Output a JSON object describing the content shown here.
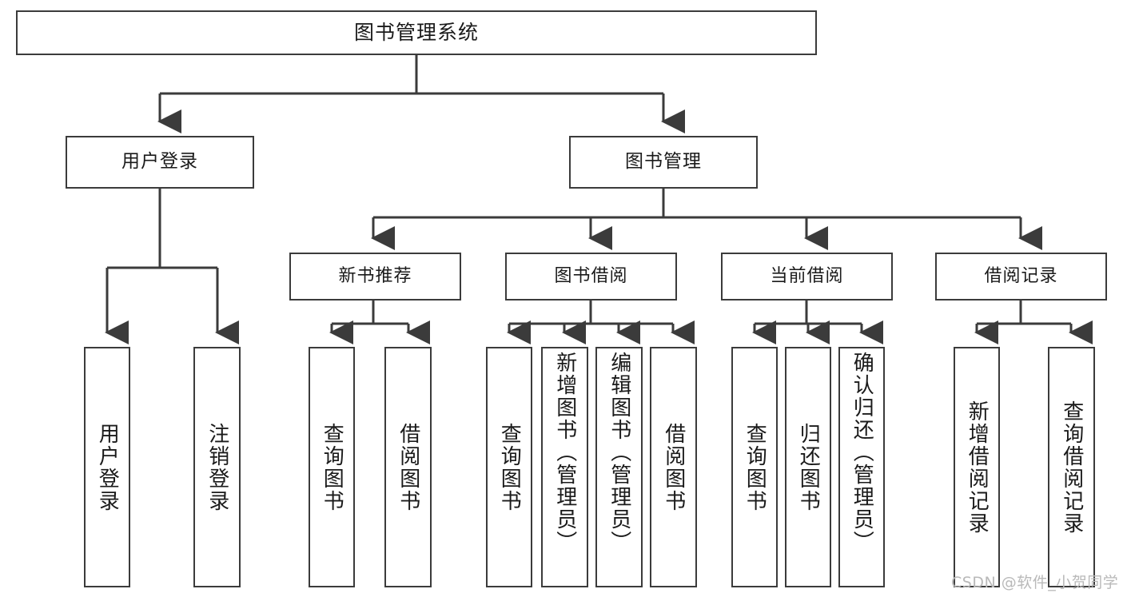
{
  "diagram": {
    "type": "tree",
    "title": "图书管理系统",
    "root": {
      "label": "图书管理系统"
    },
    "level2": [
      {
        "label": "用户登录"
      },
      {
        "label": "图书管理"
      }
    ],
    "level3": [
      {
        "label": "新书推荐"
      },
      {
        "label": "图书借阅"
      },
      {
        "label": "当前借阅"
      },
      {
        "label": "借阅记录"
      }
    ],
    "leaves": {
      "user_login": [
        {
          "label": "用户登录"
        },
        {
          "label": "注销登录"
        }
      ],
      "new_book_recommend": [
        {
          "label": "查询图书"
        },
        {
          "label": "借阅图书"
        }
      ],
      "book_borrow": [
        {
          "label": "查询图书"
        },
        {
          "label": "新增图书（管理员）"
        },
        {
          "label": "编辑图书（管理员）"
        },
        {
          "label": "借阅图书"
        }
      ],
      "current_borrow": [
        {
          "label": "查询图书"
        },
        {
          "label": "归还图书"
        },
        {
          "label": "确认归还（管理员）"
        }
      ],
      "borrow_record": [
        {
          "label": "新增借阅记录"
        },
        {
          "label": "查询借阅记录"
        }
      ]
    }
  },
  "watermark": {
    "text": "CSDN @软件_小贺同学"
  },
  "colors": {
    "stroke": "#3b3b3b",
    "box_fill": "#ffffff",
    "text": "#1a1a1a",
    "watermark": "#b9b9b9",
    "background": "#ffffff"
  }
}
